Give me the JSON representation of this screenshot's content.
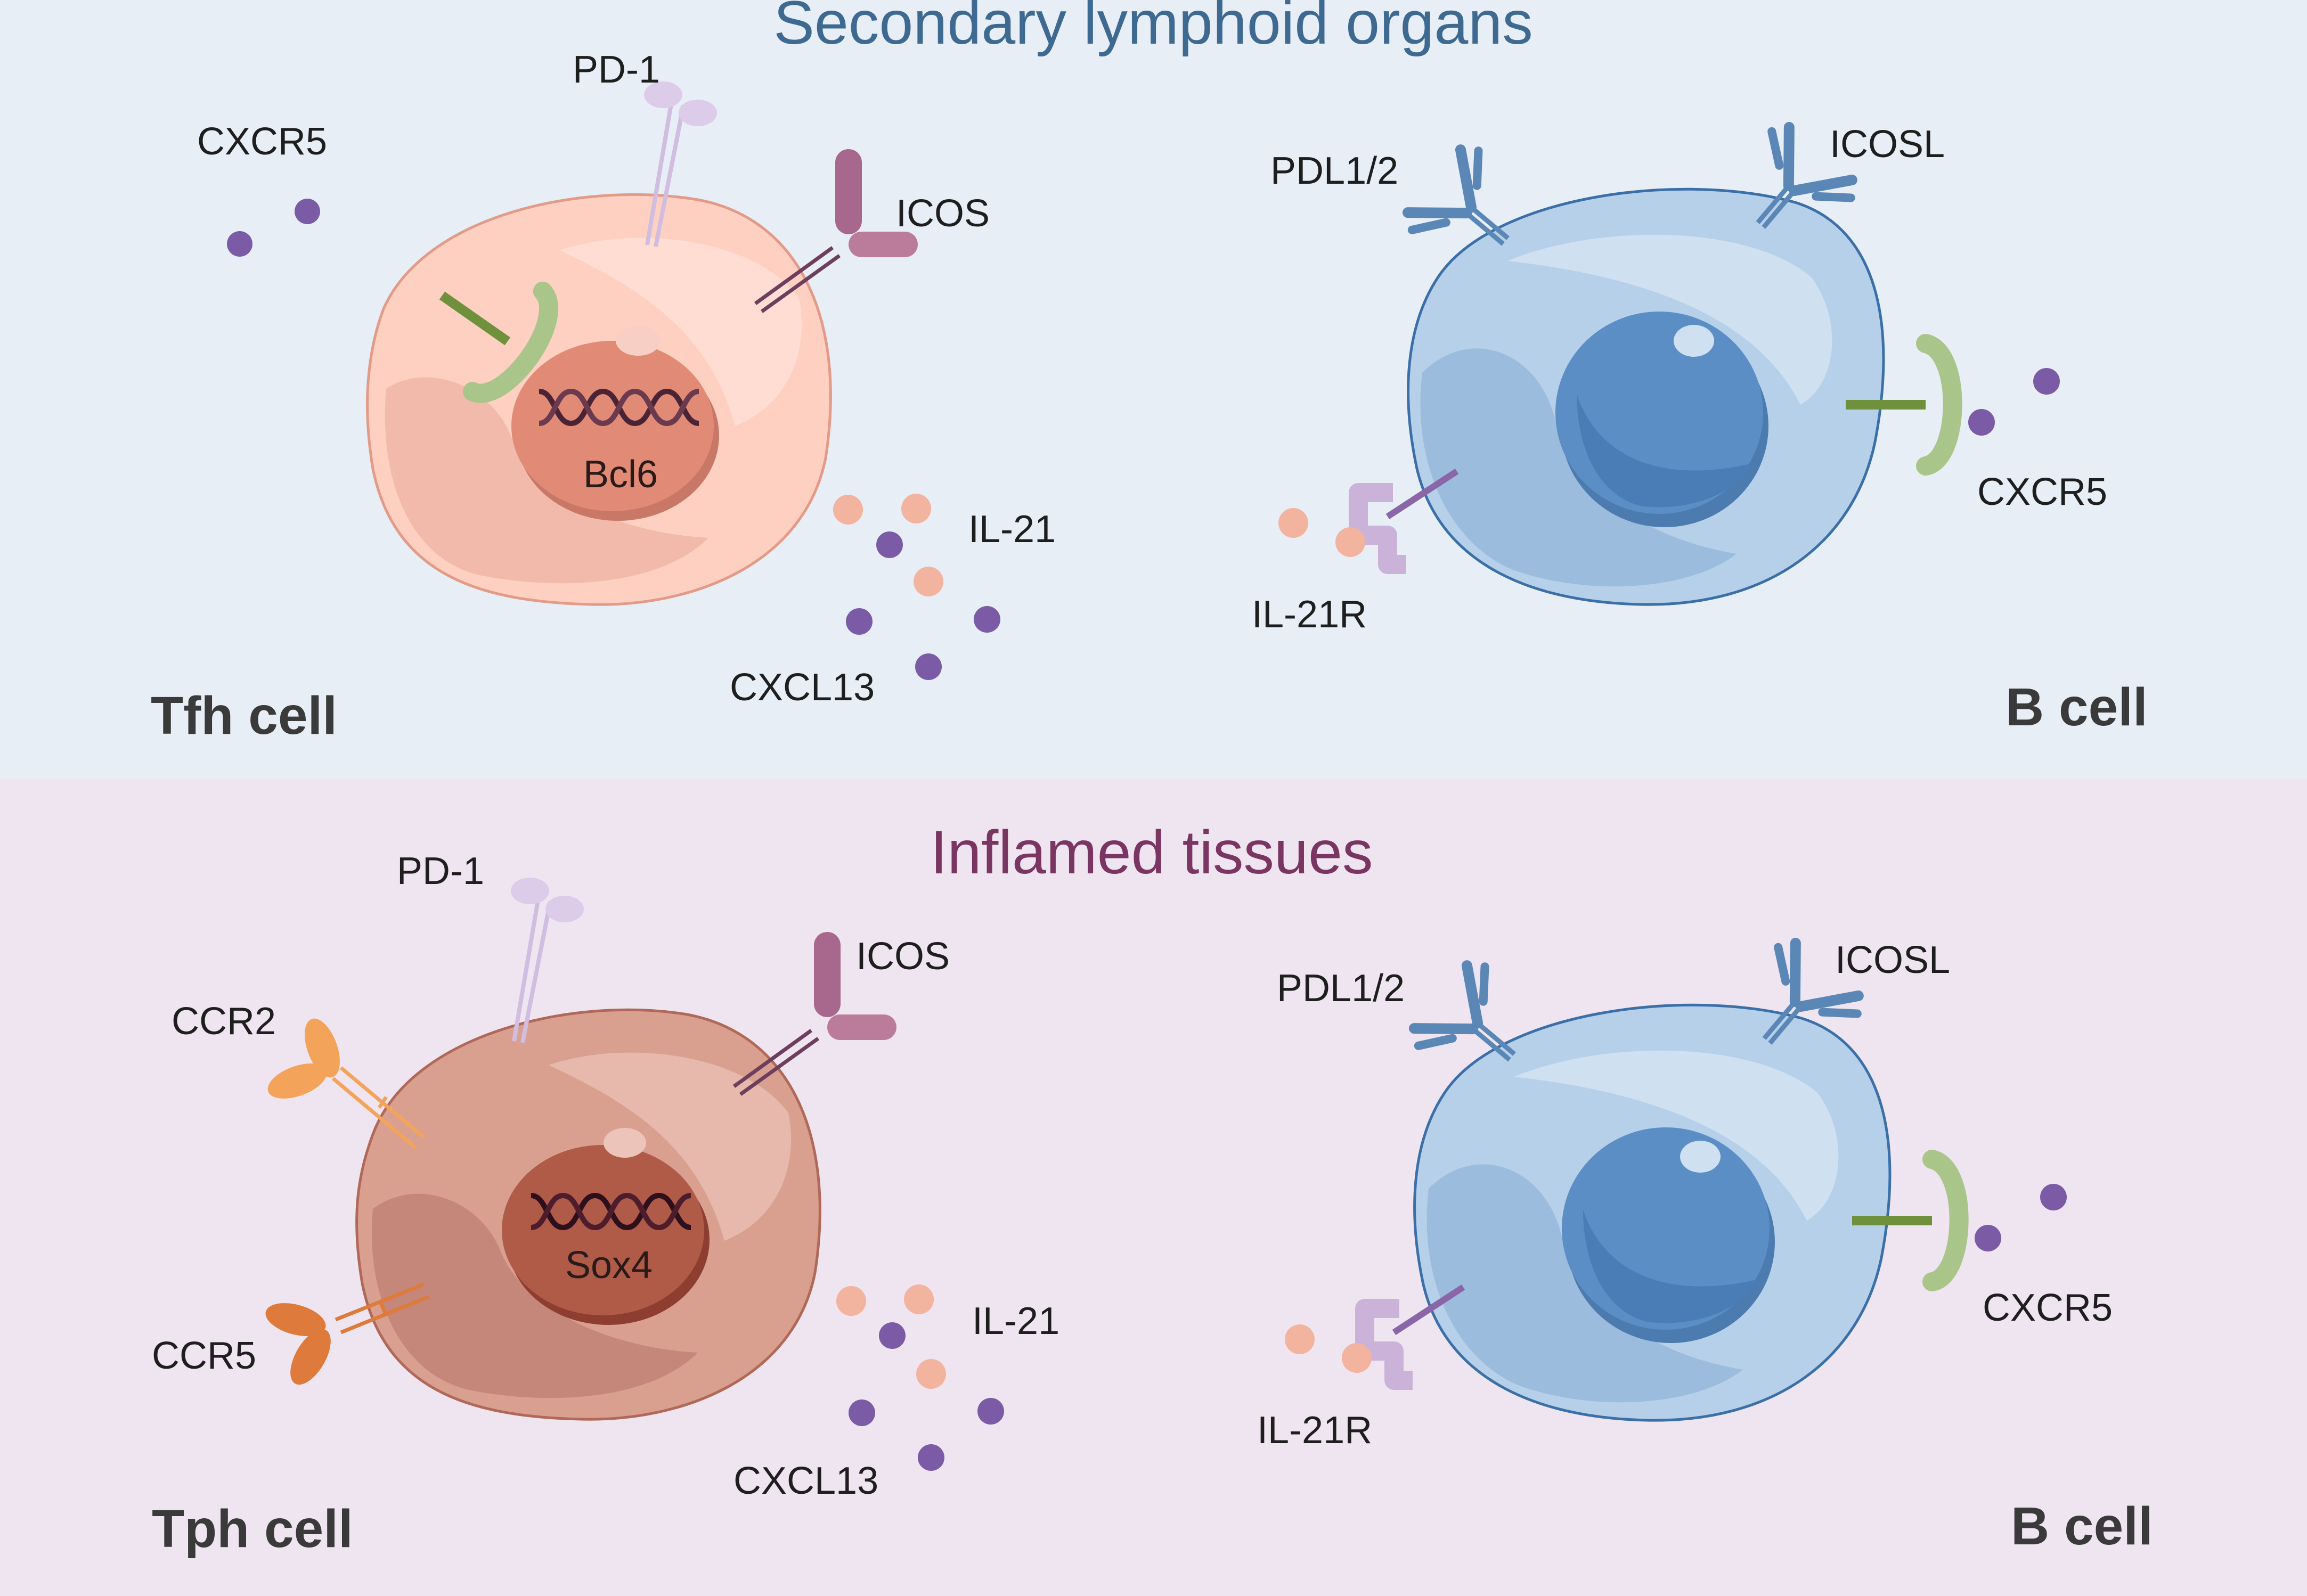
{
  "colors": {
    "top_bg": "#e8eef6",
    "bottom_bg": "#efe5f0",
    "top_title": "#3e6a92",
    "bottom_title": "#7a3562",
    "tfh_cell": "#fdd0c2",
    "tph_cell": "#d9a090",
    "b_cell": "#b6d0ea",
    "b_nucleus": "#5a8ec4",
    "cxcr5_receptor": "#a9c58a",
    "pd1_receptor": "#d9c6e6",
    "icos_receptor": "#a8678c",
    "icosl_receptor": "#5b87b7",
    "il21r_receptor": "#cbb2d9",
    "ccr2_receptor": "#f3a45a",
    "ccr5_receptor": "#dd7a3c",
    "il21_molecule": "#f2b39f",
    "chemokine_molecule": "#7b5aa6"
  },
  "icons": [
    "dna-helix-icon",
    "receptor-icon",
    "antibody-receptor-icon",
    "chemokine-molecule-icon",
    "cytokine-molecule-icon"
  ],
  "top_panel": {
    "title": "Secondary lymphoid organs",
    "left_cell": {
      "name": "Tfh cell",
      "nucleus_label": "Bcl6",
      "labels": {
        "cxcr5": "CXCR5",
        "pd1": "PD-1",
        "icos": "ICOS",
        "il21": "IL-21",
        "cxcl13": "CXCL13"
      }
    },
    "right_cell": {
      "name": "B cell",
      "labels": {
        "pdl": "PDL1/2",
        "icosl": "ICOSL",
        "cxcr5": "CXCR5",
        "il21r": "IL-21R"
      }
    }
  },
  "bottom_panel": {
    "title": "Inflamed tissues",
    "left_cell": {
      "name": "Tph cell",
      "nucleus_label": "Sox4",
      "labels": {
        "ccr2": "CCR2",
        "ccr5": "CCR5",
        "pd1": "PD-1",
        "icos": "ICOS",
        "il21": "IL-21",
        "cxcl13": "CXCL13"
      }
    },
    "right_cell": {
      "name": "B cell",
      "labels": {
        "pdl": "PDL1/2",
        "icosl": "ICOSL",
        "cxcr5": "CXCR5",
        "il21r": "IL-21R"
      }
    }
  }
}
